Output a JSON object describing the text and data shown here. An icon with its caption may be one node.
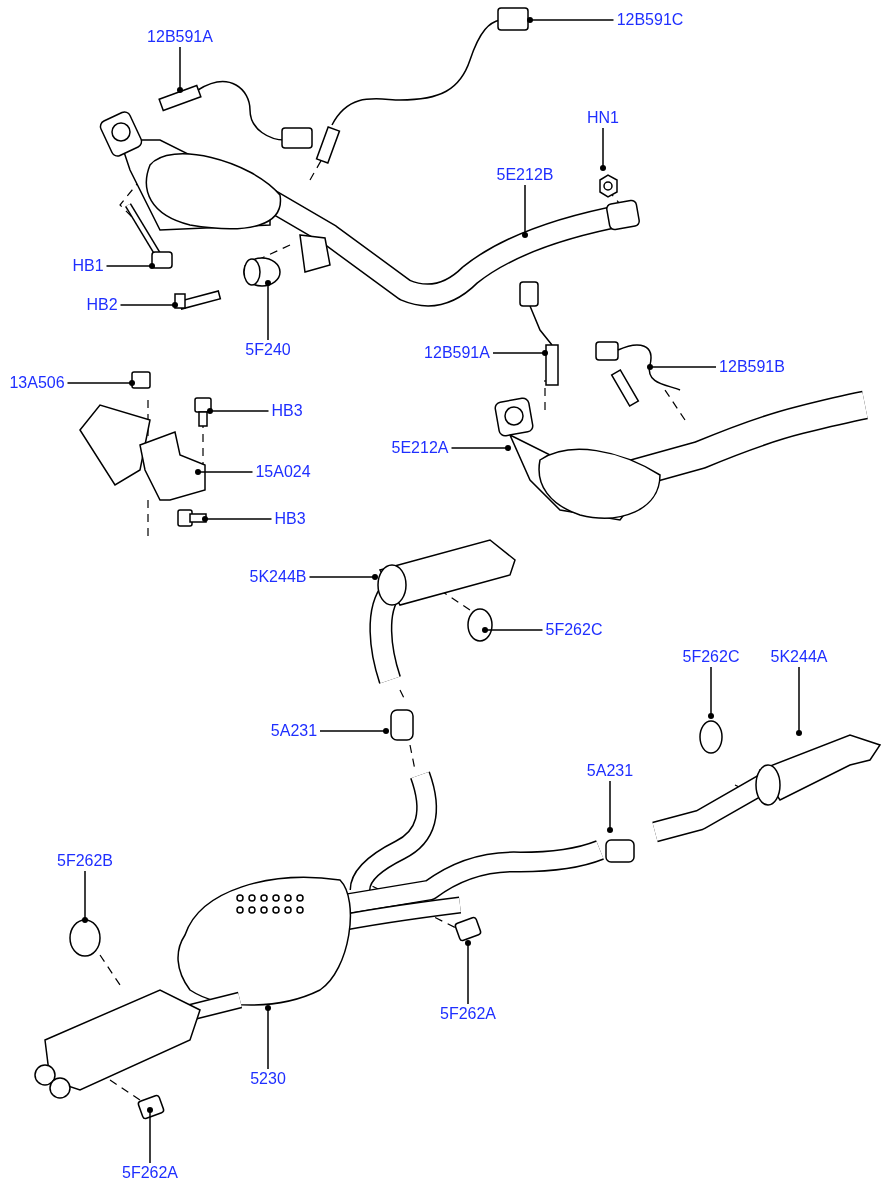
{
  "diagram": {
    "nodes": [
      {
        "text": [
          "12B591A"
        ]
      },
      {
        "text": [
          "12B591C"
        ]
      },
      {
        "text": [
          "HN1"
        ]
      },
      {
        "text": [
          "5E212B"
        ]
      },
      {
        "text": [
          "HB1"
        ]
      },
      {
        "text": [
          "HB2"
        ]
      },
      {
        "text": [
          "5F240"
        ]
      },
      {
        "text": [
          "12B591A"
        ]
      },
      {
        "text": [
          "12B591B"
        ]
      },
      {
        "text": [
          "13A506"
        ]
      },
      {
        "text": [
          "HB3"
        ]
      },
      {
        "text": [
          "15A024"
        ]
      },
      {
        "text": [
          "5E212A"
        ]
      },
      {
        "text": [
          "HB3"
        ]
      },
      {
        "text": [
          "5K244B"
        ]
      },
      {
        "text": [
          "5F262C"
        ]
      },
      {
        "text": [
          "5F262C"
        ]
      },
      {
        "text": [
          "5K244A"
        ]
      },
      {
        "text": [
          "5A231"
        ]
      },
      {
        "text": [
          "5A231"
        ]
      },
      {
        "text": [
          "5F262B"
        ]
      },
      {
        "text": [
          "5F262A"
        ]
      },
      {
        "text": [
          "5230"
        ]
      },
      {
        "text": [
          "5F262A"
        ]
      }
    ],
    "edges": [
      {
        "from": 0,
        "to": null,
        "arrow": "other"
      },
      {
        "from": 1,
        "to": null,
        "arrow": "other"
      },
      {
        "from": 2,
        "to": null,
        "arrow": "other"
      },
      {
        "from": 3,
        "to": null,
        "arrow": "other"
      },
      {
        "from": 4,
        "to": null,
        "arrow": "other"
      },
      {
        "from": 5,
        "to": null,
        "arrow": "other"
      },
      {
        "from": 6,
        "to": null,
        "arrow": "other"
      },
      {
        "from": 7,
        "to": null,
        "arrow": "other"
      },
      {
        "from": 8,
        "to": null,
        "arrow": "other"
      },
      {
        "from": 9,
        "to": null,
        "arrow": "other"
      },
      {
        "from": 10,
        "to": null,
        "arrow": "other"
      },
      {
        "from": 11,
        "to": null,
        "arrow": "other"
      },
      {
        "from": 12,
        "to": null,
        "arrow": "other"
      },
      {
        "from": 13,
        "to": null,
        "arrow": "other"
      },
      {
        "from": 14,
        "to": null,
        "arrow": "other"
      },
      {
        "from": 15,
        "to": null,
        "arrow": "other"
      },
      {
        "from": 16,
        "to": null,
        "arrow": "other"
      },
      {
        "from": 17,
        "to": null,
        "arrow": "other"
      },
      {
        "from": 18,
        "to": null,
        "arrow": "other"
      },
      {
        "from": 19,
        "to": null,
        "arrow": "other"
      },
      {
        "from": 20,
        "to": null,
        "arrow": "other"
      },
      {
        "from": 21,
        "to": null,
        "arrow": "other"
      },
      {
        "from": 22,
        "to": null,
        "arrow": "other"
      },
      {
        "from": 23,
        "to": null,
        "arrow": "other"
      }
    ]
  }
}
